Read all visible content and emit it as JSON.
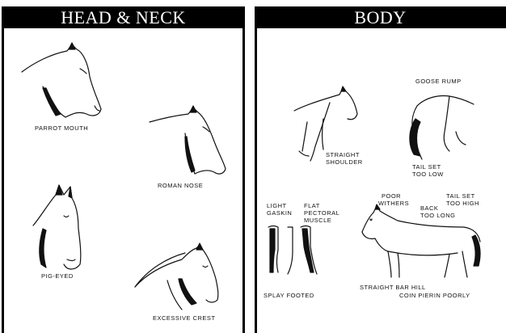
{
  "head_neck": {
    "title": "HEAD & NECK",
    "labels": {
      "parrot_mouth": "PARROT MOUTH",
      "roman_nose": "ROMAN NOSE",
      "pig_eyed": "PIG-EYED",
      "excessive_crest": "EXCESSIVE CREST"
    }
  },
  "body": {
    "title": "BODY",
    "labels": {
      "goose_rump": "GOOSE RUMP",
      "straight_shoulder_1": "STRAIGHT",
      "straight_shoulder_2": "SHOULDER",
      "tail_set_low_1": "TAIL SET",
      "tail_set_low_2": "TOO LOW",
      "light_gaskin_1": "LIGHT",
      "light_gaskin_2": "GASKIN",
      "flat_pectoral_1": "FLAT",
      "flat_pectoral_2": "PECTORAL",
      "flat_pectoral_3": "MUSCLE",
      "poor_withers_1": "POOR",
      "poor_withers_2": "WITHERS",
      "back_too_long_1": "BACK",
      "back_too_long_2": "TOO LONG",
      "tail_set_high_1": "TAIL SET",
      "tail_set_high_2": "TOO HIGH",
      "splay_footed": "SPLAY FOOTED",
      "straight_bar_hill": "STRAIGHT BAR HILL",
      "coin_pierin_poorly": "COIN PIERIN POORLY"
    }
  }
}
